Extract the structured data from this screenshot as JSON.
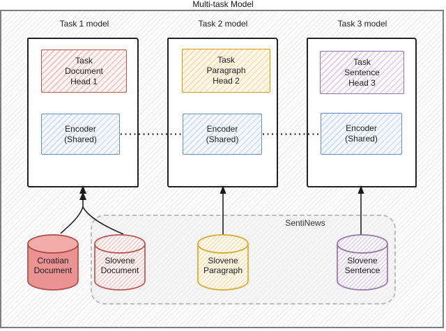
{
  "title": "Multi-task Model",
  "tasks": [
    {
      "label": "Task 1 model",
      "head": "Task\nDocument\nHead 1",
      "encoder": "Encoder\n(Shared)",
      "head_accent": "#b85450"
    },
    {
      "label": "Task 2 model",
      "head": "Task\nParagraph\nHead 2",
      "encoder": "Encoder\n(Shared)",
      "head_accent": "#d79b00"
    },
    {
      "label": "Task 3 model",
      "head": "Task\nSentence\nHead 3",
      "encoder": "Encoder\n(Shared)",
      "head_accent": "#9673a6"
    }
  ],
  "dataset_group": {
    "label": "SentiNews"
  },
  "datastores": [
    {
      "label": "Croatian\nDocument",
      "accent": "#b85450",
      "fill_style": "solid"
    },
    {
      "label": "Slovene\nDocument",
      "accent": "#b85450",
      "fill_style": "hatched"
    },
    {
      "label": "Slovene\nParagraph",
      "accent": "#d6a831",
      "fill_style": "hatched"
    },
    {
      "label": "Slovene\nSentence",
      "accent": "#9673a6",
      "fill_style": "hatched"
    }
  ],
  "colors": {
    "encoder_accent": "#6c8ebf",
    "encoder_fill": "#dae8fc",
    "head1_fill": "#f8cecc",
    "head2_fill": "#ffe6cc",
    "head3_fill": "#e1d5e7",
    "croatian_cylinder_fill": "#ea9494",
    "frame_border": "#7e7e7e",
    "box_border": "#212121",
    "background_hatch": "#ebebeb"
  }
}
